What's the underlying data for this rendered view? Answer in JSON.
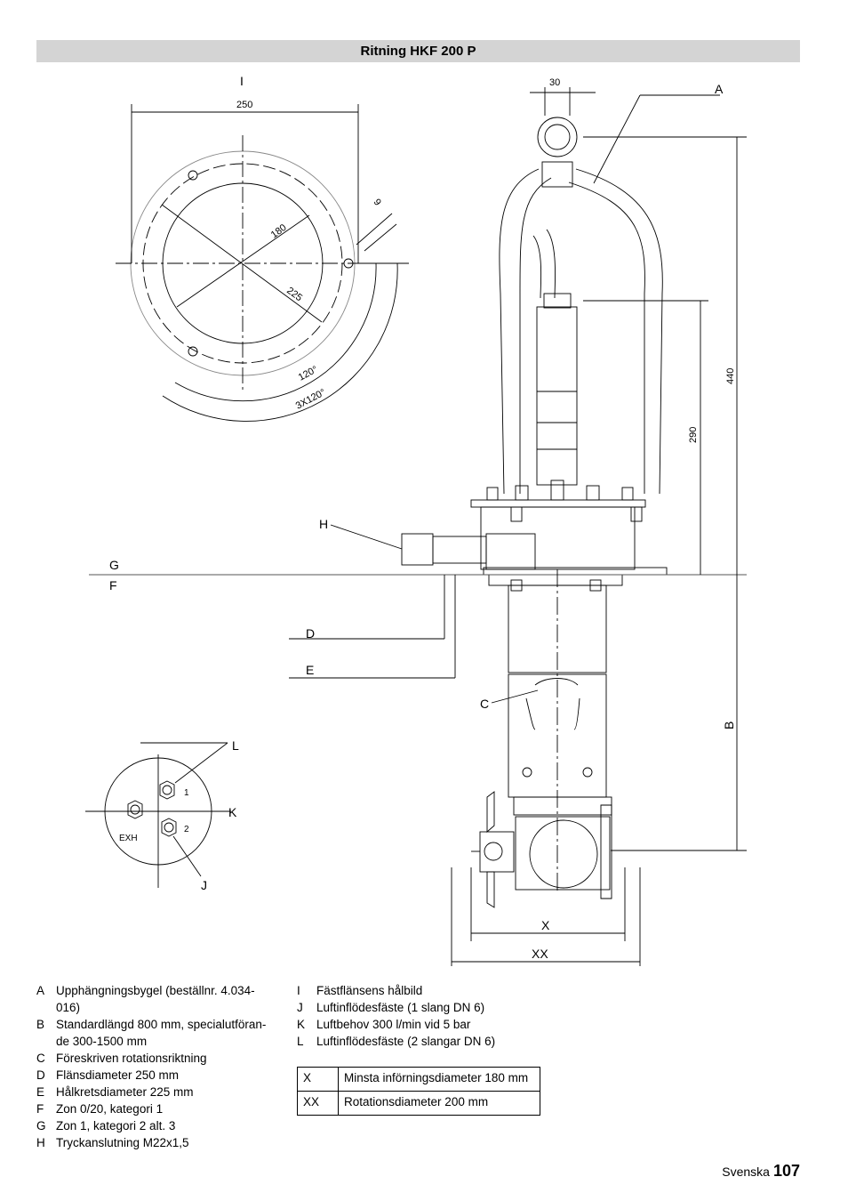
{
  "title": "Ritning HKF 200 P",
  "drawing_labels": {
    "I": "I",
    "A": "A",
    "H": "H",
    "G": "G",
    "F": "F",
    "D": "D",
    "E": "E",
    "C": "C",
    "B": "B",
    "L": "L",
    "K": "K",
    "J": "J",
    "X": "X",
    "XX": "XX",
    "dim_250": "250",
    "dim_180": "180",
    "dim_225": "225",
    "dim_9": "9",
    "angle_120": "120°",
    "angle_3x120": "3X120°",
    "dim_30": "30",
    "dim_440": "440",
    "dim_290": "290",
    "port_1": "1",
    "port_2": "2",
    "exh": "EXH"
  },
  "legend_left": [
    {
      "key": "A",
      "text": "Upphängningsbygel (beställnr. 4.034-016)"
    },
    {
      "key": "B",
      "text": "Standardlängd 800 mm, specialutföran-de 300-1500 mm"
    },
    {
      "key": "C",
      "text": "Föreskriven rotationsriktning"
    },
    {
      "key": "D",
      "text": "Flänsdiameter 250 mm"
    },
    {
      "key": "E",
      "text": "Hålkretsdiameter 225 mm"
    },
    {
      "key": "F",
      "text": "Zon 0/20, kategori 1"
    },
    {
      "key": "G",
      "text": "Zon 1, kategori 2 alt. 3"
    },
    {
      "key": "H",
      "text": "Tryckanslutning M22x1,5"
    }
  ],
  "legend_right": [
    {
      "key": "I",
      "text": "Fästflänsens hålbild"
    },
    {
      "key": "J",
      "text": "Luftinflödesfäste (1 slang DN 6)"
    },
    {
      "key": "K",
      "text": "Luftbehov 300 l/min vid 5 bar"
    },
    {
      "key": "L",
      "text": "Luftinflödesfäste (2 slangar DN 6)"
    }
  ],
  "definitions": [
    {
      "key": "X",
      "text": "Minsta införningsdiameter 180 mm"
    },
    {
      "key": "XX",
      "text": "Rotationsdiameter 200 mm"
    }
  ],
  "footer": {
    "language": "Svenska",
    "page": "107"
  }
}
